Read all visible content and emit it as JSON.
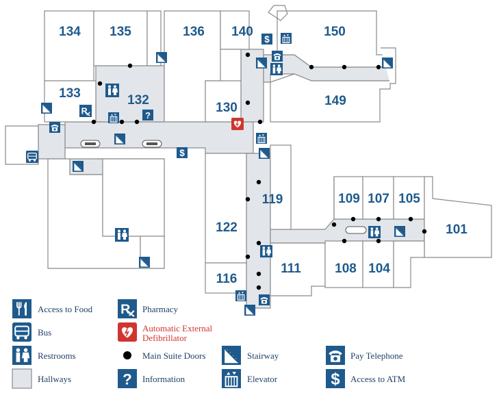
{
  "rooms": {
    "r134": "134",
    "r135": "135",
    "r136": "136",
    "r140": "140",
    "r150": "150",
    "r133": "133",
    "r132": "132",
    "r130": "130",
    "r149": "149",
    "r119": "119",
    "r122": "122",
    "r116": "116",
    "r111": "111",
    "r109": "109",
    "r107": "107",
    "r105": "105",
    "r101": "101",
    "r108": "108",
    "r104": "104"
  },
  "legend": {
    "food": "Access to Food",
    "bus": "Bus",
    "restrooms": "Restrooms",
    "hallways": "Hallways",
    "pharmacy": "Pharmacy",
    "aed_line1": "Automatic External",
    "aed_line2": "Defibrillator",
    "doors": "Main Suite Doors",
    "information": "Information",
    "stairway": "Stairway",
    "elevator": "Elevator",
    "telephone": "Pay Telephone",
    "atm": "Access to ATM"
  },
  "colors": {
    "brand_blue": "#1f5a8c",
    "aed_red": "#d0352f",
    "hallway": "#e2e5ea"
  },
  "icons": [
    "food-icon",
    "bus-icon",
    "restroom-icon",
    "hallway-swatch",
    "pharmacy-icon",
    "aed-icon",
    "door-dot-icon",
    "information-icon",
    "stairway-icon",
    "elevator-icon",
    "telephone-icon",
    "atm-icon"
  ]
}
